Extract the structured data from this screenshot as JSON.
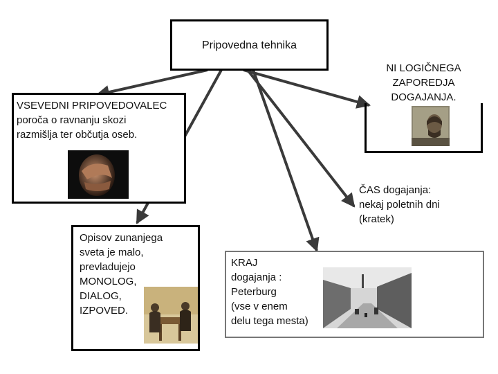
{
  "diagram": {
    "root": {
      "title": "Pripovedna tehnika"
    },
    "nodes": {
      "narrator": {
        "lines": [
          "VSEVEDNI  PRIPOVEDOVALEC",
          "poroča o ravnanju skozi",
          "razmišlja ter občutja oseb."
        ]
      },
      "order": {
        "lines": [
          "NI LOGIČNEGA",
          "ZAPOREDJA",
          "DOGAJANJA."
        ]
      },
      "time": {
        "lines": [
          "ČAS dogajanja:",
          "nekaj poletnih dni",
          "(kratek)"
        ]
      },
      "outer": {
        "lines": [
          "Opisov zunanjega",
          "sveta je malo,",
          "prevladujejo",
          "MONOLOG,",
          "DIALOG,",
          "IZPOVED."
        ]
      },
      "place": {
        "lines": [
          "KRAJ",
          "dogajanja :",
          "Peterburg",
          "(vse v enem",
          "delu tega mesta)"
        ]
      }
    },
    "images": {
      "narrator": "distressed-man-photo",
      "order": "man-portrait-painting",
      "outer": "two-men-at-table-painting",
      "place": "peterburg-street-photo"
    },
    "colors": {
      "line": "#3a3a3a",
      "border": "#000000"
    }
  }
}
